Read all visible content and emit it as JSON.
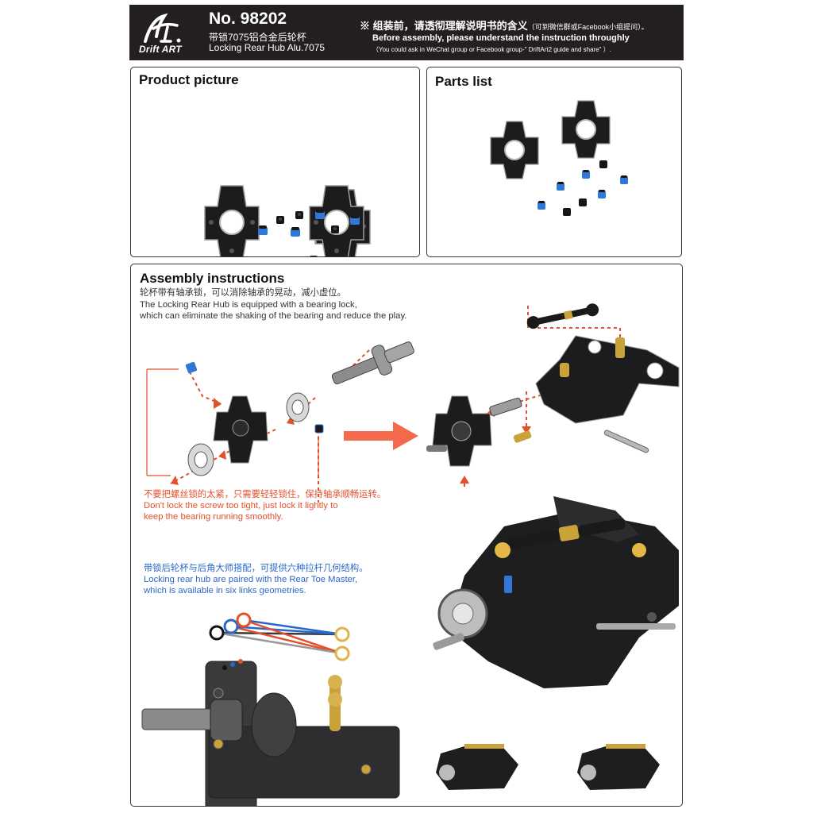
{
  "header": {
    "brand": "Drift ART",
    "product_no": "No. 98202",
    "product_name_cn": "带锁7075铝合金后轮杯",
    "product_name_en": "Locking Rear Hub  Alu.7075",
    "notice_cn": "※ 组装前，请透彻理解说明书的含义",
    "notice_cn_small": "（可到微信群或Facebook小组提问）。",
    "notice_en": "Before assembly, please understand the instruction throughly",
    "notice_en_small": "（You could ask in WeChat group or Facebook group-\" DriftArt2 guide and share\" ）."
  },
  "product_picture": {
    "title": "Product picture"
  },
  "parts_list": {
    "title": "Parts list"
  },
  "assembly": {
    "title": "Assembly instructions",
    "desc_cn": "轮杯带有轴承锁，可以消除轴承的晃动，减小虚位。",
    "desc_en_1": "The Locking Rear Hub is equipped with a bearing lock,",
    "desc_en_2": "which can eliminate the shaking of the bearing and reduce the play.",
    "warn_cn": "不要把螺丝锁的太紧，只需要轻轻锁住，保持轴承顺畅运转。",
    "warn_en_1": "Don't lock the screw too tight, just lock it lightly to",
    "warn_en_2": "keep the bearing running smoothly.",
    "geo_cn": "带锁后轮杯与后角大师搭配，可提供六种拉杆几何结构。",
    "geo_en_1": "Locking rear hub are paired with the Rear Toe Master,",
    "geo_en_2": "which is available in six links geometries."
  },
  "colors": {
    "header_bg": "#231f20",
    "accent_orange": "#e2502c",
    "blue_text": "#2a66c9",
    "part_black": "#1c1c1e",
    "screw_blue": "#2f78d8",
    "brass": "#c9a23a"
  }
}
